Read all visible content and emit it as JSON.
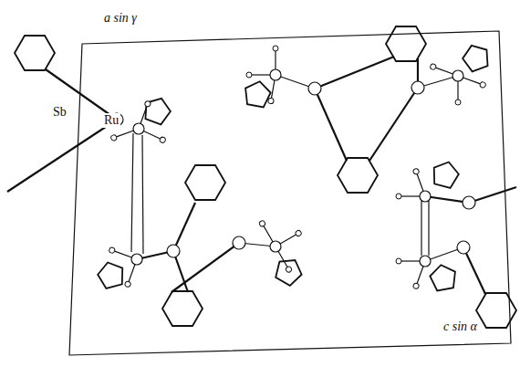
{
  "diagram": {
    "labels": [
      "a sin γ",
      "Sb",
      "Ru",
      "c sin α"
    ]
  }
}
